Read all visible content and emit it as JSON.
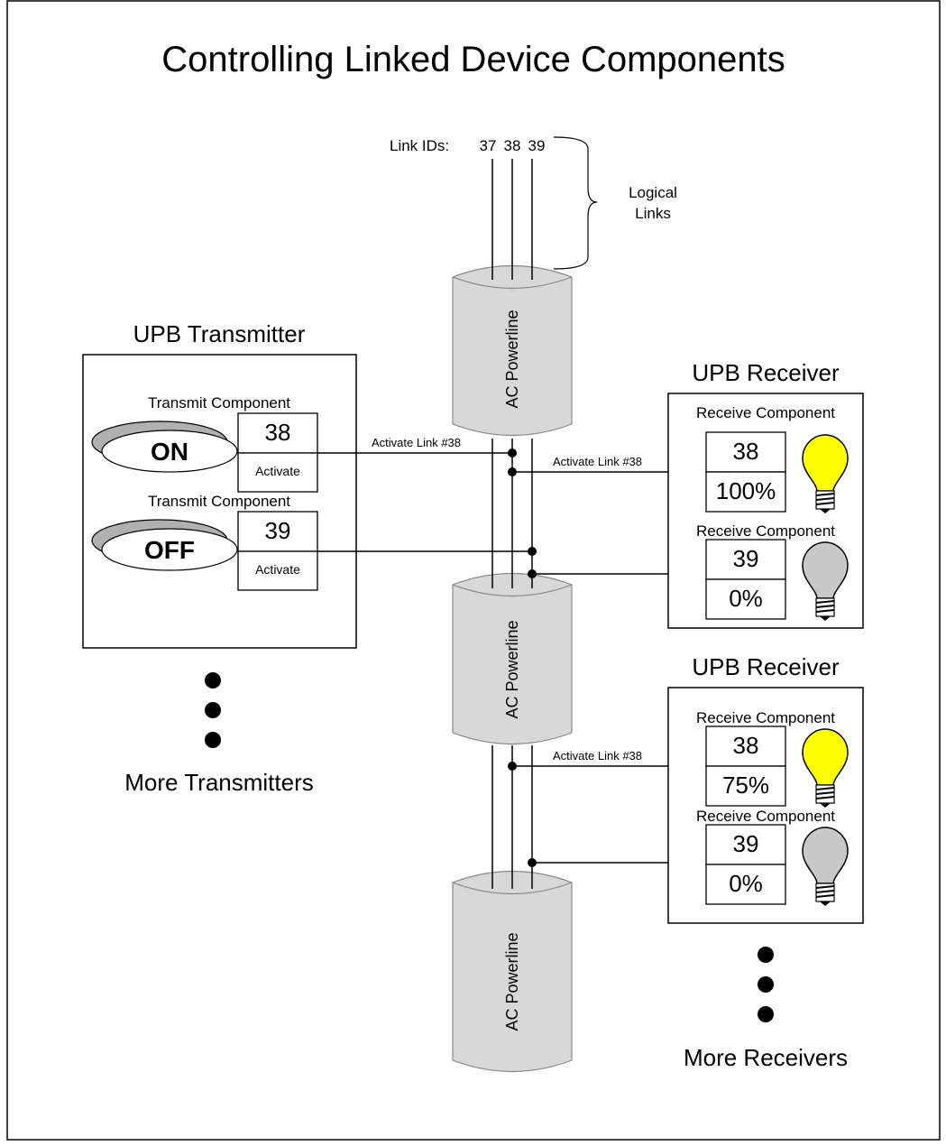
{
  "title": "Controlling Linked Device Components",
  "link_ids": {
    "label": "Link IDs:",
    "ids": [
      "37",
      "38",
      "39"
    ]
  },
  "logical_links_label": [
    "Logical",
    "Links"
  ],
  "powerline_label": "AC Powerline",
  "transmitter": {
    "title": "UPB Transmitter",
    "components": [
      {
        "heading": "Transmit Component",
        "switch_label": "ON",
        "link_id": "38",
        "action": "Activate"
      },
      {
        "heading": "Transmit Component",
        "switch_label": "OFF",
        "link_id": "39",
        "action": "Activate"
      }
    ]
  },
  "more_transmitters": "More Transmitters",
  "receivers": [
    {
      "title": "UPB Receiver",
      "components": [
        {
          "heading": "Receive Component",
          "link_id": "38",
          "level": "100%",
          "bulb": "lit-bulb-icon"
        },
        {
          "heading": "Receive Component",
          "link_id": "39",
          "level": "0%",
          "bulb": "unlit-bulb-icon"
        }
      ]
    },
    {
      "title": "UPB Receiver",
      "components": [
        {
          "heading": "Receive Component",
          "link_id": "38",
          "level": "75%",
          "bulb": "lit-bulb-icon"
        },
        {
          "heading": "Receive Component",
          "link_id": "39",
          "level": "0%",
          "bulb": "unlit-bulb-icon"
        }
      ]
    }
  ],
  "more_receivers": "More Receivers",
  "arrow_labels": {
    "transmit": "Activate Link #38",
    "receive_1": "Activate Link #38",
    "receive_2": "Activate Link #38"
  },
  "colors": {
    "powerline_fill": "#d8d8d8",
    "lit_bulb": "#ffff00",
    "unlit_bulb": "#c8c8c8",
    "switch_shadow": "#b0b0b0"
  }
}
